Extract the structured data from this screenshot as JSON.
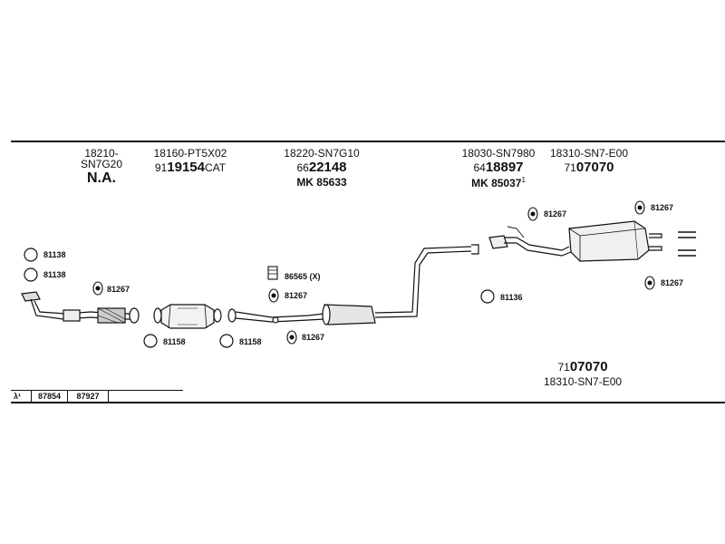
{
  "headers": [
    {
      "part_number": "18210-SN7G20",
      "order_prefix": "",
      "order_main": "N.A.",
      "order_suffix": "",
      "mk_number": ""
    },
    {
      "part_number": "18160-PT5X02",
      "order_prefix": "91",
      "order_main": "19154",
      "order_suffix": "CAT",
      "mk_number": ""
    },
    {
      "part_number": "18220-SN7G10",
      "order_prefix": "66",
      "order_main": "22148",
      "order_suffix": "",
      "mk_number": "MK 85633",
      "mk_note": ""
    },
    {
      "part_number": "18030-SN7980",
      "order_prefix": "64",
      "order_main": "18897",
      "order_suffix": "",
      "mk_number": "MK 85037",
      "mk_note": "1"
    },
    {
      "part_number": "18310-SN7-E00",
      "order_prefix": "71",
      "order_main": "07070",
      "order_suffix": "",
      "mk_number": ""
    }
  ],
  "labels": {
    "clamp_a": "81138",
    "clamp_b": "81138",
    "hanger_a": "81267",
    "ring_a": "81158",
    "ring_b": "81158",
    "bracket": "86565 (X)",
    "hanger_b": "81267",
    "hanger_c": "81267",
    "hanger_d": "81267",
    "clamp_c": "81136",
    "hanger_e": "81267",
    "hanger_f": "81267"
  },
  "footer": {
    "order_prefix": "71",
    "order_main": "07070",
    "part_number": "18310-SN7-E00"
  },
  "strip": {
    "symbol": "λ¹",
    "code_a": "87854",
    "code_b": "87927"
  }
}
